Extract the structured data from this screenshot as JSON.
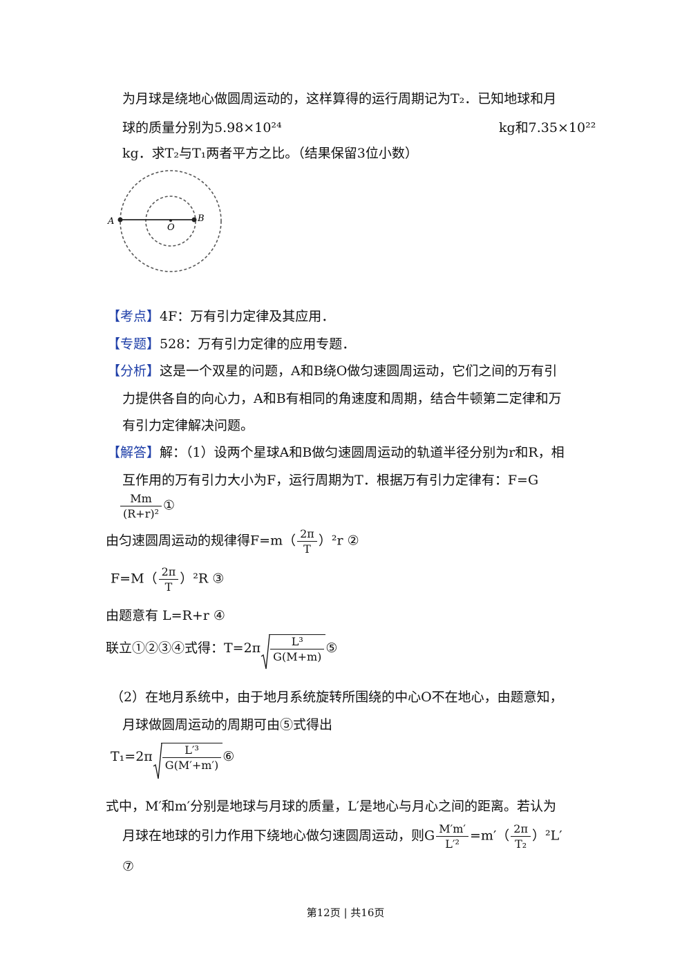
{
  "problem": {
    "line1": "为月球是绕地心做圆周运动的，这样算得的运行周期记为T₂．已知地球和月",
    "line2_left": "球的质量分别为5.98×10²⁴",
    "line2_right": "kg和7.35×10²²",
    "line3": "kg．求T₂与T₁两者平方之比。（结果保留3位小数）"
  },
  "diagram": {
    "label_a": "A",
    "label_b": "B",
    "label_o": "O"
  },
  "kaodian": {
    "tag": "【考点】",
    "text": "4F：万有引力定律及其应用．"
  },
  "zhuanti": {
    "tag": "【专题】",
    "text": "528：万有引力定律的应用专题．"
  },
  "fenxi": {
    "tag": "【分析】",
    "line1": "这是一个双星的问题，A和B绕O做匀速圆周运动，它们之间的万有引",
    "line2": "力提供各自的向心力，A和B有相同的角速度和周期，结合牛顿第二定律和万",
    "line3": "有引力定律解决问题。"
  },
  "jieda": {
    "tag": "【解答】",
    "line1": "解：（1）设两个星球A和B做匀速圆周运动的轨道半径分别为r和R，相",
    "line2": "互作用的万有引力大小为F，运行周期为T．根据万有引力定律有：F=G",
    "eq1_num": "Mm",
    "eq1_den": "(R+r)²",
    "eq1_mark": "①",
    "eq2_pre": "由匀速圆周运动的规律得F=m（",
    "eq2_num": "2π",
    "eq2_den": "T",
    "eq2_post": "）²r ②",
    "eq3_pre": "F=M（",
    "eq3_num": "2π",
    "eq3_den": "T",
    "eq3_post": "）²R ③",
    "eq4": "由题意有 L=R+r ④",
    "eq5_pre": "联立①②③④式得：T=2π",
    "eq5_num": "L³",
    "eq5_den": "G(M+m)",
    "eq5_mark": "⑤",
    "part2_line1": "（2）在地月系统中，由于地月系统旋转所围绕的中心O不在地心，由题意知，",
    "part2_line2": "月球做圆周运动的周期可由⑤式得出",
    "eq6_pre": "T₁=2π",
    "eq6_num": "L′³",
    "eq6_den": "G(M′+m′)",
    "eq6_mark": "⑥",
    "expl_line1": "式中，M′和m′分别是地球与月球的质量，L′是地心与月心之间的距离。若认为",
    "expl_line2_pre": "月球在地球的引力作用下绕地心做匀速圆周运动，则G",
    "eq7_num": "M′m′",
    "eq7_den": "L′²",
    "eq7_mid": "=m′（",
    "eq7_num2": "2π",
    "eq7_den2": "T₂",
    "eq7_post": "）²L′",
    "eq7_mark": "⑦"
  },
  "footer": {
    "text": "第12页 | 共16页"
  }
}
